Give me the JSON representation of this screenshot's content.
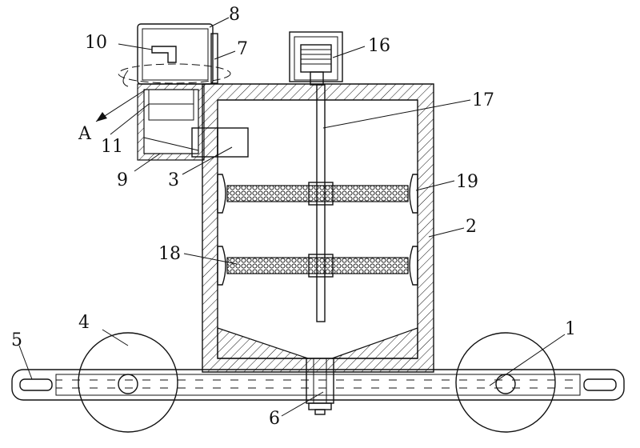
{
  "figure": {
    "labels": {
      "l1": "1",
      "l2": "2",
      "l3": "3",
      "l4": "4",
      "l5": "5",
      "l6": "6",
      "l7": "7",
      "l8": "8",
      "l9": "9",
      "l10": "10",
      "l11": "11",
      "l16": "16",
      "l17": "17",
      "l18": "18",
      "l19": "19",
      "lA": "A"
    }
  }
}
